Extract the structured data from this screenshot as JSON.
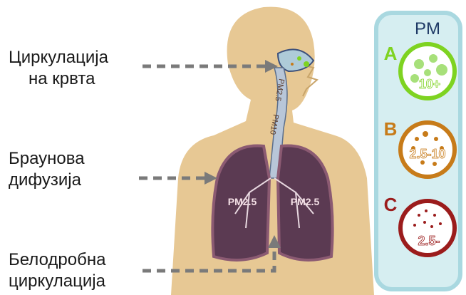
{
  "labels": {
    "circulation": {
      "line1": "Циркулација",
      "line2": "на крвта"
    },
    "brownian": {
      "line1": "Браунова",
      "line2": "дифузија"
    },
    "pulmonary": {
      "line1": "Белодробна",
      "line2": "циркулација"
    }
  },
  "lung_labels": {
    "left": "PM2.5",
    "right": "PM2.5"
  },
  "trachea_labels": {
    "upper": "PM2.5",
    "lower": "PM10"
  },
  "pm_panel": {
    "title": "PM",
    "items": [
      {
        "letter": "A",
        "size_label": "10+",
        "color": "#7ed321"
      },
      {
        "letter": "B",
        "size_label": "2.5-10",
        "color": "#c77b19"
      },
      {
        "letter": "C",
        "size_label": "2.5-",
        "color": "#9b1c1c"
      }
    ]
  },
  "colors": {
    "body": "#e7c894",
    "panel": "#d6eef1",
    "lungs": "#5b3a52",
    "arrow": "#7a7a7a"
  }
}
